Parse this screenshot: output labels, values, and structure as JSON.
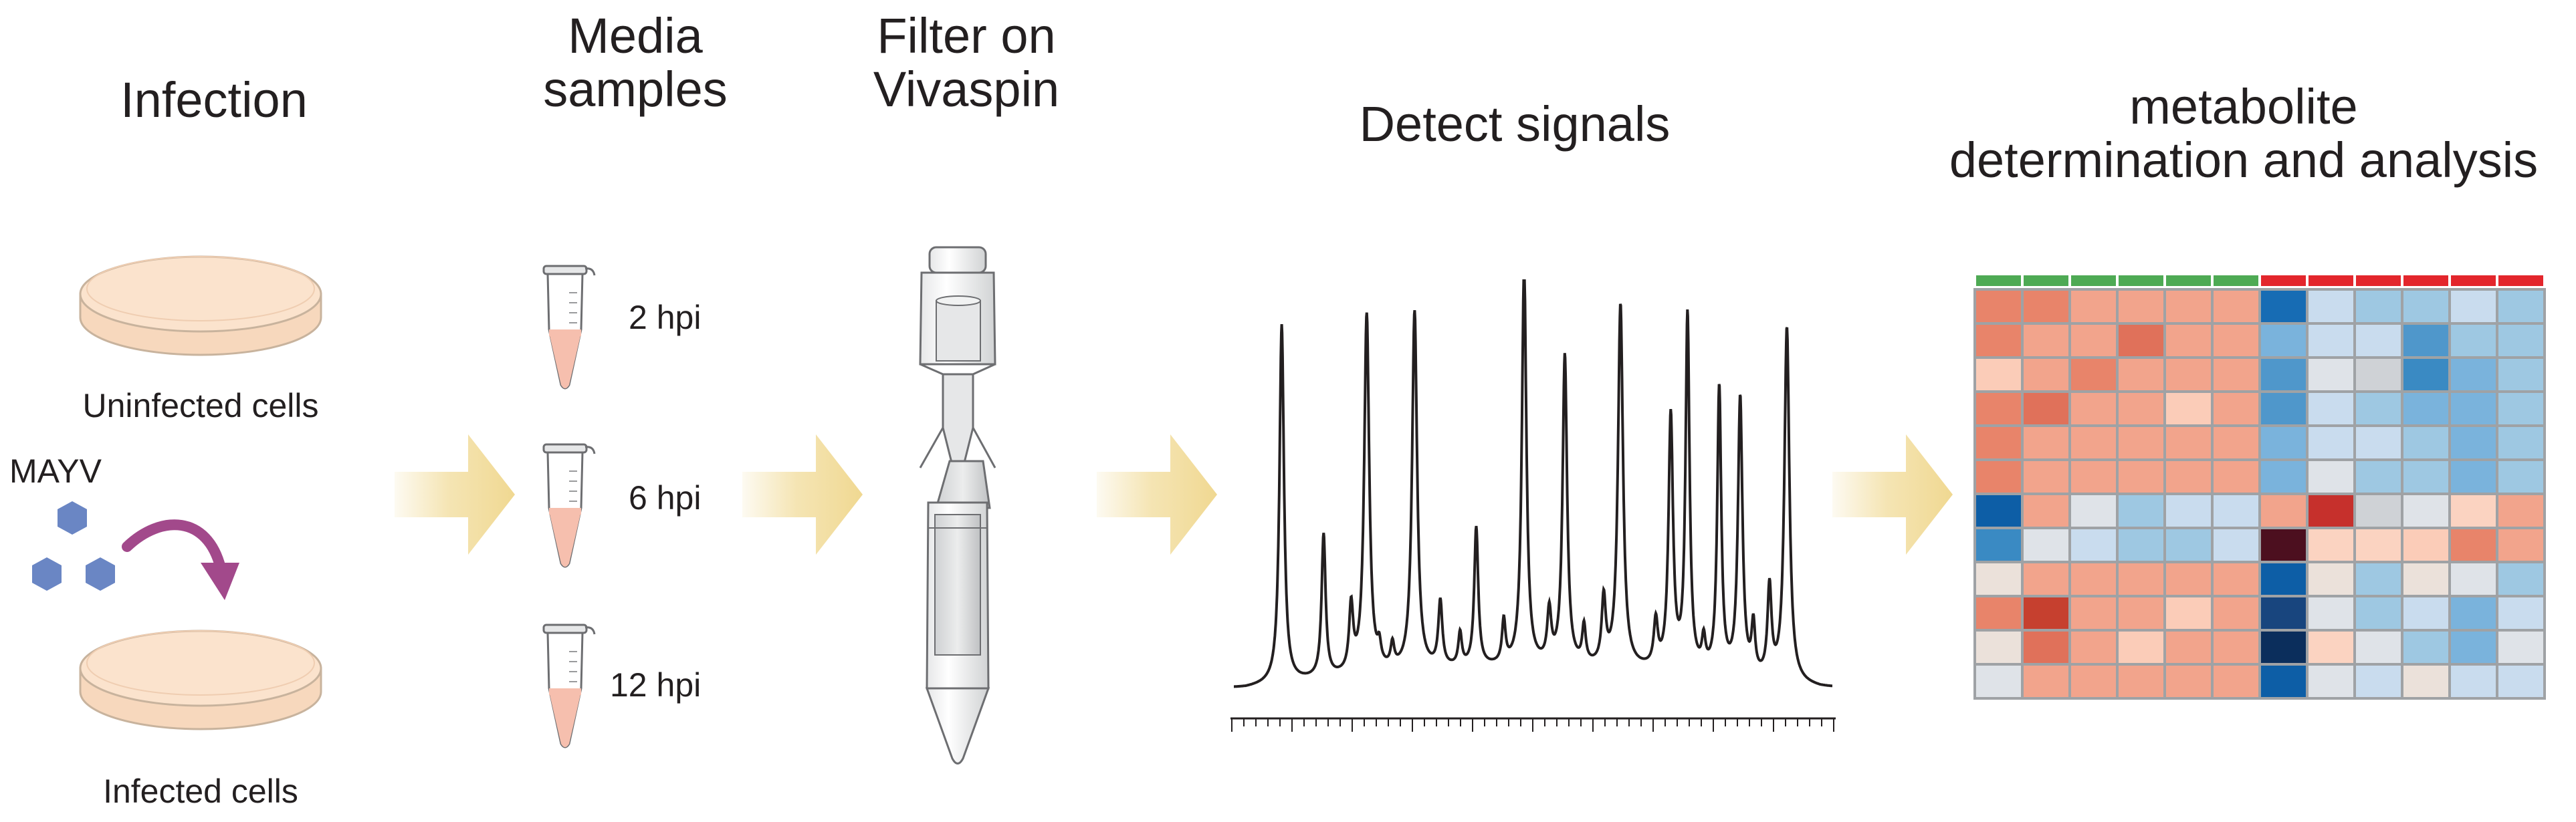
{
  "steps": [
    {
      "title": "Infection"
    },
    {
      "title_line1": "Media",
      "title_line2": "samples"
    },
    {
      "title_line1": "Filter on",
      "title_line2": "Vivaspin"
    },
    {
      "title": "Detect signals"
    },
    {
      "title_line1": "metabolite",
      "title_line2": "determination and analysis"
    }
  ],
  "infection": {
    "uninfected_label": "Uninfected cells",
    "virus_label": "MAYV",
    "infected_label": "Infected cells"
  },
  "samples": [
    "2 hpi",
    "6 hpi",
    "12 hpi"
  ],
  "colors": {
    "dish_fill": "#fbe3cd",
    "dish_rim": "#f7d8bd",
    "virus": "#6a86c4",
    "infection_arrow": "#a2498b",
    "flow_arrow": "#f3e0a6",
    "tube_liquid": "#f6bfae",
    "spectrum_line": "#231f20",
    "heatmap_group_a": "#4eaa54",
    "heatmap_group_b": "#e3262c"
  },
  "heatmap": {
    "group_a_columns": 6,
    "group_b_columns": 6,
    "rows": [
      [
        "#e8846a",
        "#e8846a",
        "#f2a48c",
        "#f2a48c",
        "#f2a48c",
        "#f2a48c",
        "#176cb4",
        "#c9dcee",
        "#9ec8e2",
        "#9ec8e2",
        "#c9dcee",
        "#9ec8e2"
      ],
      [
        "#e8846a",
        "#f2a48c",
        "#f2a48c",
        "#e0715a",
        "#f2a48c",
        "#f2a48c",
        "#7ab3dc",
        "#c9dcee",
        "#c9dcee",
        "#4f97cb",
        "#9ec8e2",
        "#9ec8e2"
      ],
      [
        "#fbccb8",
        "#f2a48c",
        "#e8846a",
        "#f2a48c",
        "#f2a48c",
        "#f2a48c",
        "#4f97cb",
        "#dfe3e8",
        "#cfd2d6",
        "#3a8ac3",
        "#7ab3dc",
        "#9ec8e2"
      ],
      [
        "#e8846a",
        "#e0715a",
        "#f2a48c",
        "#f2a48c",
        "#fbccb8",
        "#f2a48c",
        "#4f97cb",
        "#c9dcee",
        "#9ec8e2",
        "#7ab3dc",
        "#7ab3dc",
        "#9ec8e2"
      ],
      [
        "#e8846a",
        "#f2a48c",
        "#f2a48c",
        "#f2a48c",
        "#f2a48c",
        "#f2a48c",
        "#7ab3dc",
        "#c9dcee",
        "#c9dcee",
        "#9ec8e2",
        "#7ab3dc",
        "#9ec8e2"
      ],
      [
        "#e8846a",
        "#f2a48c",
        "#f2a48c",
        "#f2a48c",
        "#f2a48c",
        "#f2a48c",
        "#7ab3dc",
        "#dfe3e8",
        "#9ec8e2",
        "#9ec8e2",
        "#7ab3dc",
        "#9ec8e2"
      ],
      [
        "#0d5ea6",
        "#f2a48c",
        "#dfe3e8",
        "#9ec8e2",
        "#c9dcee",
        "#c9dcee",
        "#f2a48c",
        "#c6302c",
        "#cfd2d6",
        "#dfe3e8",
        "#fbd3c1",
        "#f2a48c"
      ],
      [
        "#3a8ac3",
        "#dfe3e8",
        "#c9dcee",
        "#9ec8e2",
        "#9ec8e2",
        "#c9dcee",
        "#4c0f1f",
        "#fbd3c1",
        "#fbd3c1",
        "#fbccb8",
        "#e8846a",
        "#f2a48c"
      ],
      [
        "#ebe1da",
        "#f2a48c",
        "#f2a48c",
        "#f2a48c",
        "#f2a48c",
        "#f2a48c",
        "#0d5ea6",
        "#ebe1da",
        "#9ec8e2",
        "#ebe1da",
        "#dfe3e8",
        "#9ec8e2"
      ],
      [
        "#e8846a",
        "#c6402f",
        "#f2a48c",
        "#f2a48c",
        "#fbccb8",
        "#f2a48c",
        "#18457e",
        "#dfe3e8",
        "#9ec8e2",
        "#c9dcee",
        "#7ab3dc",
        "#c9dcee"
      ],
      [
        "#ebe1da",
        "#e0715a",
        "#f2a48c",
        "#fbccb8",
        "#f2a48c",
        "#f2a48c",
        "#0b2e5c",
        "#fbd3c1",
        "#dfe3e8",
        "#9ec8e2",
        "#7ab3dc",
        "#dfe3e8"
      ],
      [
        "#dfe3e8",
        "#f2a48c",
        "#f2a48c",
        "#f2a48c",
        "#f2a48c",
        "#f2a48c",
        "#0d5ea6",
        "#dfe3e8",
        "#c9dcee",
        "#ebe1da",
        "#c9dcee",
        "#c9dcee"
      ]
    ]
  },
  "spectrum_peaks": [
    {
      "x": 0.08,
      "h": 0.88,
      "w": 0.0045
    },
    {
      "x": 0.15,
      "h": 0.35,
      "w": 0.004
    },
    {
      "x": 0.196,
      "h": 0.16,
      "w": 0.004
    },
    {
      "x": 0.222,
      "h": 0.88,
      "w": 0.005
    },
    {
      "x": 0.243,
      "h": 0.045,
      "w": 0.0035
    },
    {
      "x": 0.265,
      "h": 0.055,
      "w": 0.0035
    },
    {
      "x": 0.302,
      "h": 0.88,
      "w": 0.005
    },
    {
      "x": 0.345,
      "h": 0.16,
      "w": 0.004
    },
    {
      "x": 0.378,
      "h": 0.08,
      "w": 0.0035
    },
    {
      "x": 0.405,
      "h": 0.34,
      "w": 0.004
    },
    {
      "x": 0.451,
      "h": 0.105,
      "w": 0.0035
    },
    {
      "x": 0.485,
      "h": 0.98,
      "w": 0.0045
    },
    {
      "x": 0.527,
      "h": 0.125,
      "w": 0.004
    },
    {
      "x": 0.553,
      "h": 0.76,
      "w": 0.0045
    },
    {
      "x": 0.585,
      "h": 0.09,
      "w": 0.0035
    },
    {
      "x": 0.618,
      "h": 0.16,
      "w": 0.004
    },
    {
      "x": 0.646,
      "h": 0.89,
      "w": 0.005
    },
    {
      "x": 0.705,
      "h": 0.11,
      "w": 0.004
    },
    {
      "x": 0.73,
      "h": 0.62,
      "w": 0.0045
    },
    {
      "x": 0.758,
      "h": 0.87,
      "w": 0.004
    },
    {
      "x": 0.785,
      "h": 0.07,
      "w": 0.0035
    },
    {
      "x": 0.811,
      "h": 0.7,
      "w": 0.004
    },
    {
      "x": 0.846,
      "h": 0.68,
      "w": 0.0045
    },
    {
      "x": 0.868,
      "h": 0.12,
      "w": 0.0035
    },
    {
      "x": 0.895,
      "h": 0.22,
      "w": 0.004
    },
    {
      "x": 0.924,
      "h": 0.87,
      "w": 0.005
    }
  ]
}
